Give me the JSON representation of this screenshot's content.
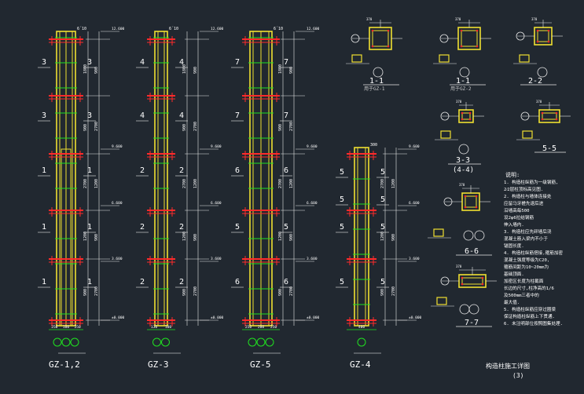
{
  "colors": {
    "background": "#212830",
    "column_outline": "#f0e030",
    "rebar": "#ff2a2a",
    "stirrup": "#20e020",
    "dimension": "#e8e8e8",
    "annotation": "#ffffff",
    "label": "#20e020"
  },
  "columns": [
    {
      "name": "GZ-1,2",
      "top_label": "6´10",
      "section_marks": [
        "3",
        "3",
        "1",
        "1",
        "1"
      ],
      "right_marks": [
        "3",
        "3",
        "1",
        "1",
        "1"
      ],
      "bottom_dims": [
        "250",
        "100",
        "250"
      ]
    },
    {
      "name": "GZ-3",
      "top_label": "6´10",
      "section_marks": [
        "4",
        "4",
        "2",
        "2",
        "2"
      ],
      "right_marks": [
        "4",
        "4",
        "2",
        "2",
        "2"
      ],
      "bottom_dims": [
        "130",
        "100"
      ]
    },
    {
      "name": "GZ-5",
      "top_label": "6´10",
      "section_marks": [
        "7",
        "7",
        "6",
        "5",
        "6"
      ],
      "right_marks": [
        "7",
        "7",
        "6",
        "5",
        "6"
      ],
      "bottom_dims": [
        "250",
        "200",
        "250"
      ]
    },
    {
      "name": "GZ-4",
      "top_label": "300",
      "section_marks": [
        "5",
        "5",
        "5",
        "5"
      ],
      "right_marks": [
        "5",
        "5",
        "5",
        "5"
      ],
      "bottom_dims": [
        "400"
      ]
    }
  ],
  "dimension_labels": {
    "top": "12.600",
    "floor_levels": [
      "9.600",
      "6.600",
      "3.600",
      "±0.000"
    ],
    "segments": [
      "1800",
      "900",
      "2700",
      "1200",
      "900",
      "2700"
    ]
  },
  "sections": [
    {
      "title": "1-1",
      "subtitle": "用于GZ-1"
    },
    {
      "title": "1-1",
      "subtitle": "用于GZ-2"
    },
    {
      "title": "2-2",
      "subtitle": ""
    },
    {
      "title": "3-3",
      "subtitle": "(4-4)"
    },
    {
      "title": "5-5",
      "subtitle": ""
    },
    {
      "title": "6-6",
      "subtitle": ""
    },
    {
      "title": "7-7",
      "subtitle": ""
    }
  ],
  "notes": {
    "heading": "说明:",
    "items": [
      "1. 构造柱纵筋为一级钢筋,",
      "   2⁄2层柱顶标高见图.",
      "2. 构造柱与墙体连接处",
      "   应留马牙槎先退后进",
      "   沿墙高每500",
      "   设2φ6拉结钢筋",
      "   伸入墙内.",
      "3. 构造柱应先砰墙后浇",
      "   混凝土筋入梁内不小于",
      "   锚固长度.",
      "4. 构造柱纵筋搭接,箍筋加密",
      "   混凝土强度等级为C20,",
      "   箍筋间距为10~20mm为",
      "   基础顶面.",
      "   加密区长度为柱截面",
      "   长边的尺寸,柱净高的1/6",
      "   及500mm三者中的",
      "   最大值.",
      "5. 构造柱纵筋应穿过圈梁",
      "   保证构造柱纵筋上下贯通.",
      "6. 未注明部位按照图集处理."
    ]
  },
  "footer": {
    "title": "构造柱施工详图",
    "sheet": "(3)"
  }
}
